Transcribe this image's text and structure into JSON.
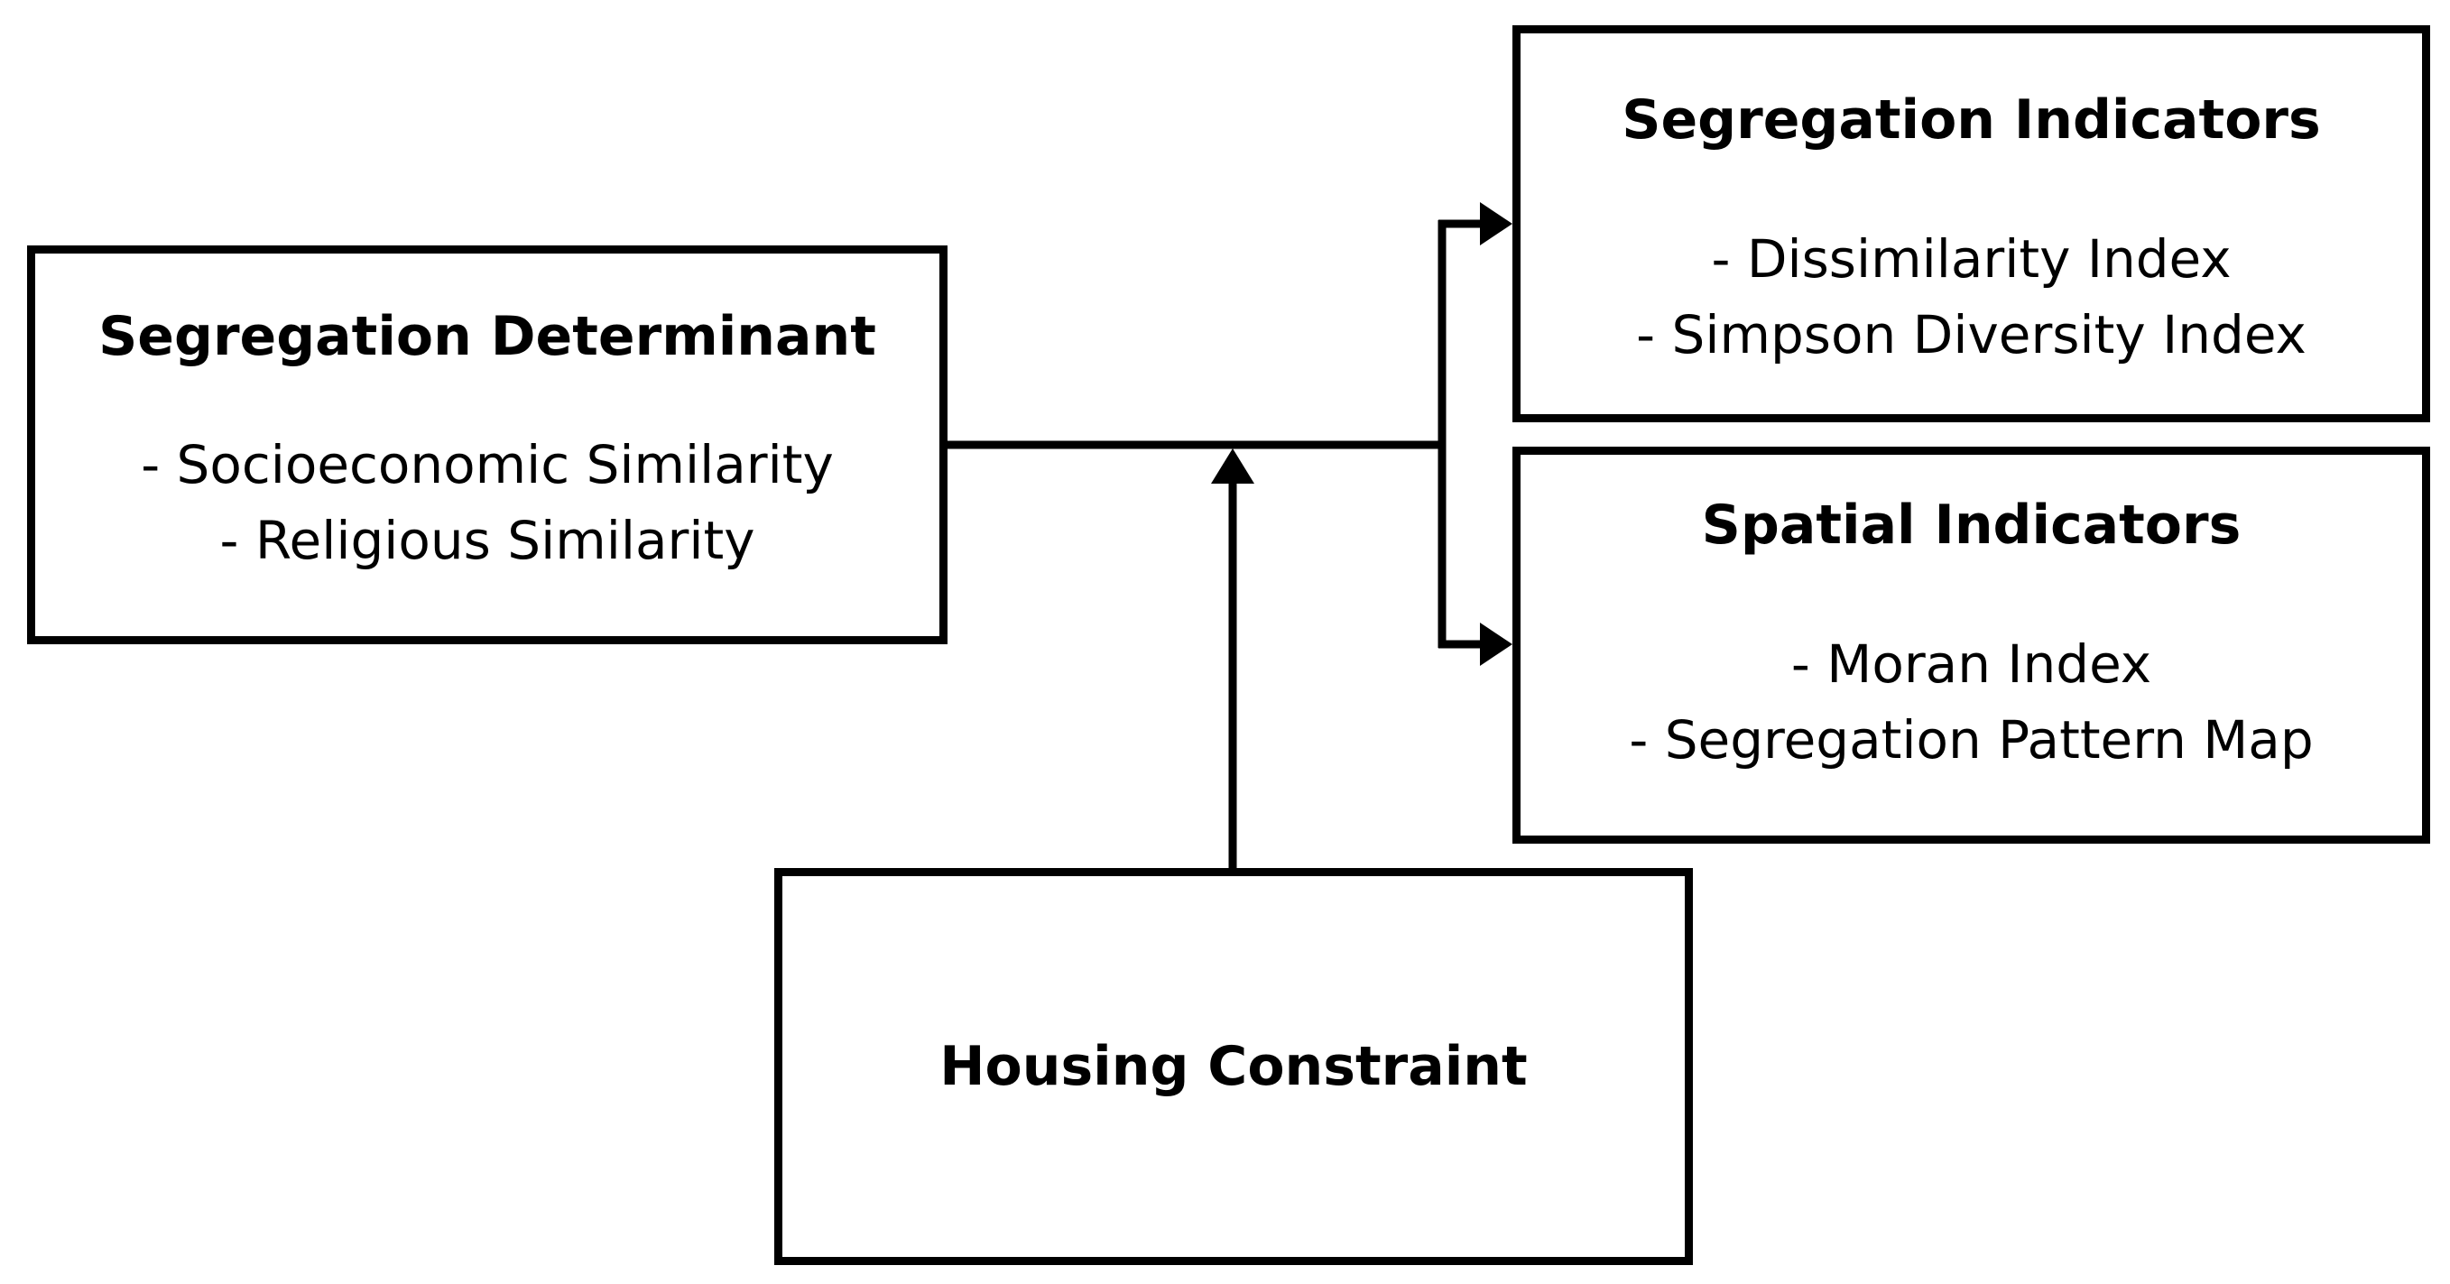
{
  "determinant": {
    "title": "Segregation Determinant",
    "items": [
      "- Socioeconomic Similarity",
      "- Religious Similarity"
    ]
  },
  "segregation_indicators": {
    "title": "Segregation Indicators",
    "items": [
      "- Dissimilarity Index",
      "- Simpson Diversity Index"
    ]
  },
  "spatial_indicators": {
    "title": "Spatial Indicators",
    "items": [
      "- Moran Index",
      "- Segregation Pattern Map"
    ]
  },
  "housing": {
    "title": "Housing Constraint"
  },
  "colors": {
    "stroke": "#000000",
    "background": "#ffffff"
  }
}
